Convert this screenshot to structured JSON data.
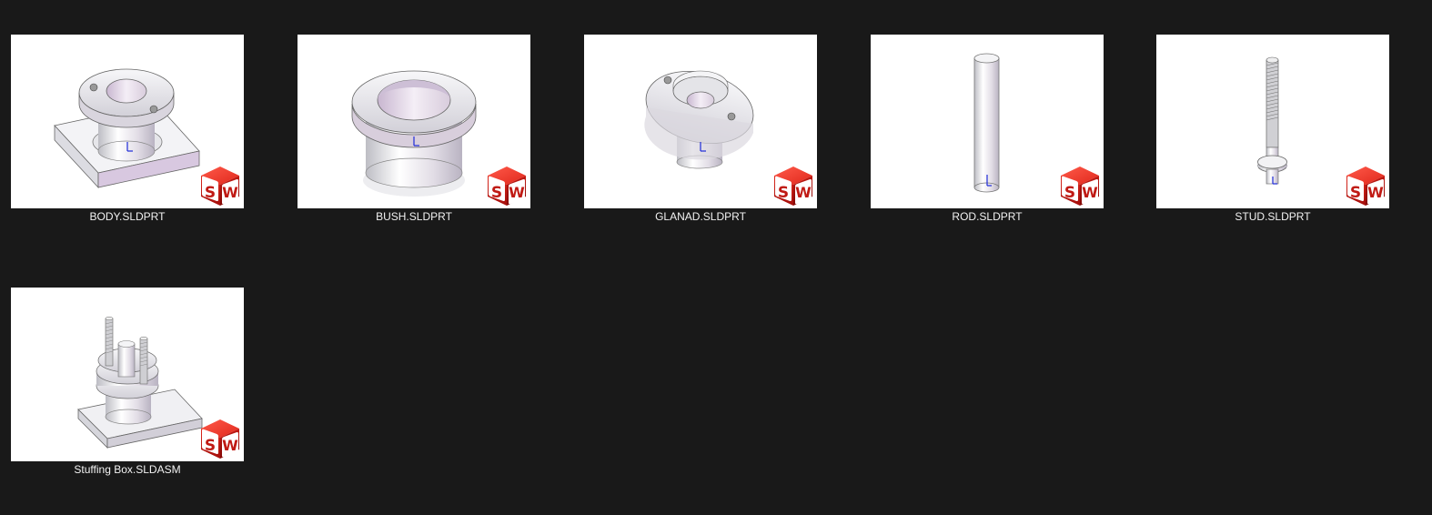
{
  "folder_view": {
    "background_color": "#191919",
    "files": [
      {
        "name": "BODY.SLDPRT",
        "thumbnail": "body-part-render",
        "badge": "solidworks-logo-icon"
      },
      {
        "name": "BUSH.SLDPRT",
        "thumbnail": "bush-part-render",
        "badge": "solidworks-logo-icon"
      },
      {
        "name": "GLANAD.SLDPRT",
        "thumbnail": "gland-part-render",
        "badge": "solidworks-logo-icon"
      },
      {
        "name": "ROD.SLDPRT",
        "thumbnail": "rod-part-render",
        "badge": "solidworks-logo-icon"
      },
      {
        "name": "STUD.SLDPRT",
        "thumbnail": "stud-part-render",
        "badge": "solidworks-logo-icon"
      },
      {
        "name": "Stuffing Box.SLDASM",
        "thumbnail": "assembly-render",
        "badge": "solidworks-logo-icon"
      }
    ],
    "colors": {
      "badge_red": "#d42020",
      "label_text": "#f2f2f2",
      "thumbnail_bg": "#ffffff"
    }
  }
}
